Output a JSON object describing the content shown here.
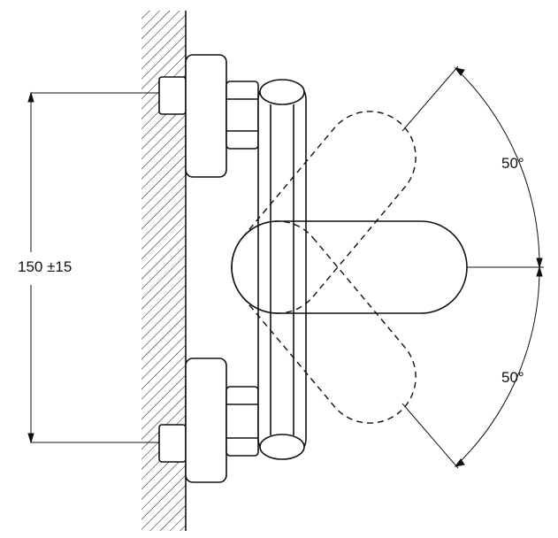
{
  "drawing": {
    "dimension_label": "150 ±15",
    "angle_upper_label": "50°",
    "angle_lower_label": "50°"
  },
  "colors": {
    "line": "#111111",
    "background": "#ffffff"
  }
}
